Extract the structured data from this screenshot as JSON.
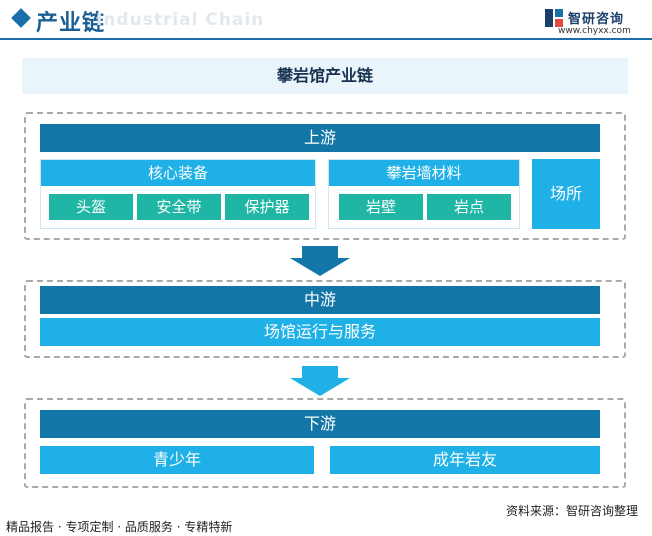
{
  "header": {
    "title": "产业链",
    "watermark": "Industrial Chain",
    "brand_name": "智研咨询",
    "brand_url": "www.chyxx.com"
  },
  "diagram": {
    "title": "攀岩馆产业链",
    "upstream": {
      "label": "上游",
      "core_equipment": {
        "label": "核心装备",
        "items": [
          "头盔",
          "安全带",
          "保护器"
        ]
      },
      "wall_materials": {
        "label": "攀岩墙材料",
        "items": [
          "岩壁",
          "岩点"
        ]
      },
      "venue": "场所"
    },
    "midstream": {
      "label": "中游",
      "items": [
        "场馆运行与服务"
      ]
    },
    "downstream": {
      "label": "下游",
      "items": [
        "青少年",
        "成年岩友"
      ]
    }
  },
  "source": "资料来源：智研咨询整理",
  "footer": {
    "slogan": "精品报告 · 专项定制 · 品质服务 · 专精特新"
  },
  "colors": {
    "dark_bar": "#1276a6",
    "light_bar": "#1eb0e6",
    "chip": "#1fb6a6",
    "title_bg": "#e9f4fb"
  }
}
